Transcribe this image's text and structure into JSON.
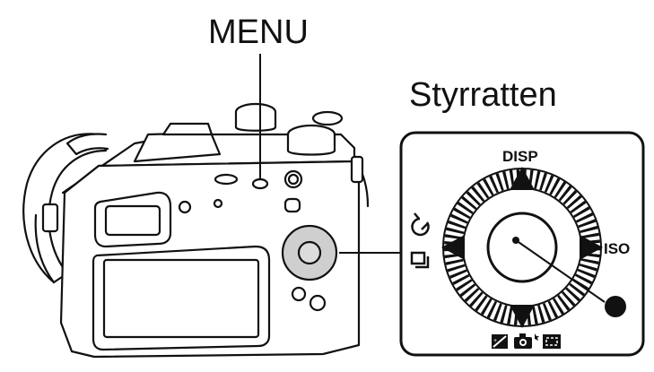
{
  "labels": {
    "menu": "MENU",
    "control_wheel": "Styrratten",
    "disp": "DISP",
    "iso": "ISO"
  },
  "icons": {
    "left_top": "self-timer-icon",
    "left_bottom": "drive-mode-icon",
    "bottom_1": "exposure-compensation-icon",
    "bottom_2": "scene-selection-icon",
    "bottom_3": "focus-area-icon",
    "center_marker": "center-button-marker"
  },
  "colors": {
    "ink": "#111111",
    "grey_button": "#cfcfcf",
    "background": "#ffffff"
  }
}
